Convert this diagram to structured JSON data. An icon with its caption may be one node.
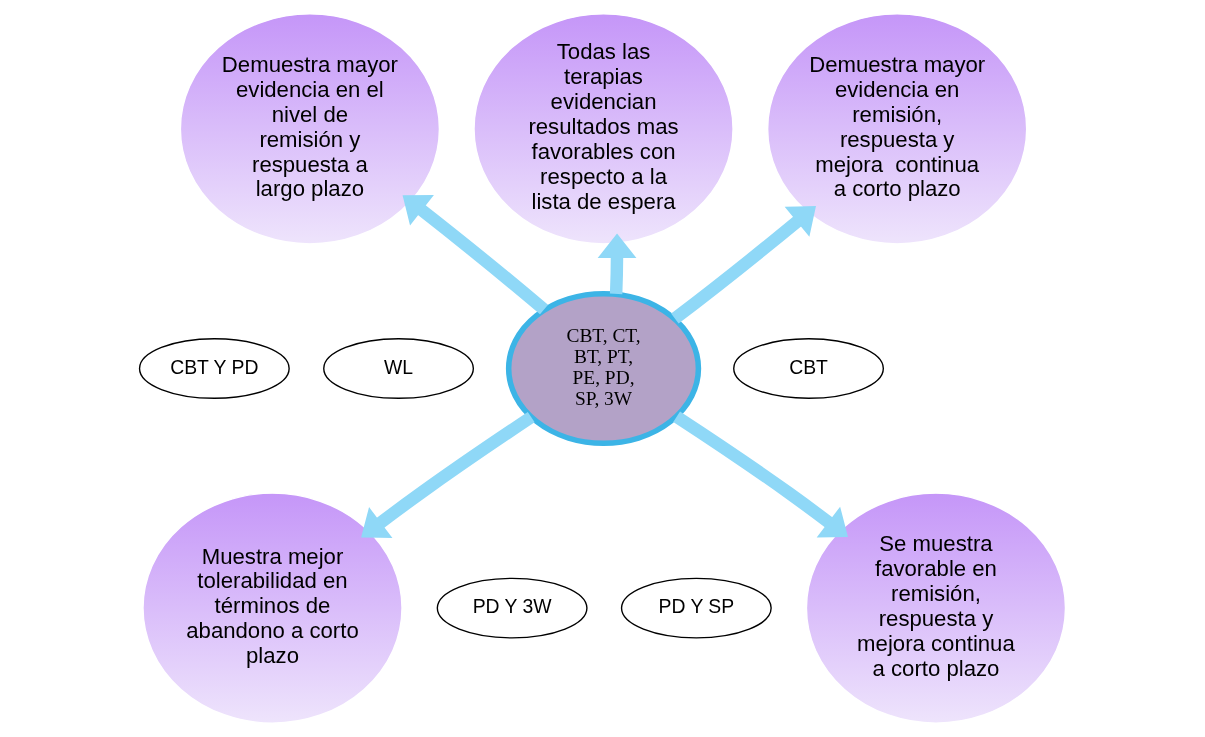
{
  "diagram": {
    "nodes": [
      {
        "text": [
          "Todas las terapias evidencian resultados mas favorables con respecto a la lista de espera"
        ]
      },
      {
        "text": [
          "Demuestra mayor evidencia en el nivel de remisión y respuesta a largo plazo"
        ]
      },
      {
        "text": [
          "Demuestra mayor evidencia en remisión, respuesta y mejora  continua a corto plazo"
        ]
      },
      {
        "text": [
          "WL"
        ]
      },
      {
        "text": [
          "CBT Y PD"
        ]
      },
      {
        "text": [
          "CBT, CT, BT, PT, PE, PD, SP, 3W"
        ]
      },
      {
        "text": [
          "CBT"
        ]
      },
      {
        "text": [
          "Muestra mejor tolerabilidad en términos de abandono a corto plazo"
        ]
      },
      {
        "text": [
          "Se muestra favorable en remisión, respuesta y mejora continua a corto plazo"
        ]
      },
      {
        "text": [
          "PD Y 3W"
        ]
      },
      {
        "text": [
          "PD Y SP"
        ]
      }
    ],
    "edges": [
      {
        "from": 5,
        "to": 0,
        "arrow": "to"
      },
      {
        "from": 5,
        "to": 1,
        "arrow": "to"
      },
      {
        "from": 5,
        "to": 2,
        "arrow": "to"
      },
      {
        "from": 5,
        "to": 7,
        "arrow": "to"
      },
      {
        "from": 5,
        "to": 8,
        "arrow": "to"
      }
    ]
  }
}
